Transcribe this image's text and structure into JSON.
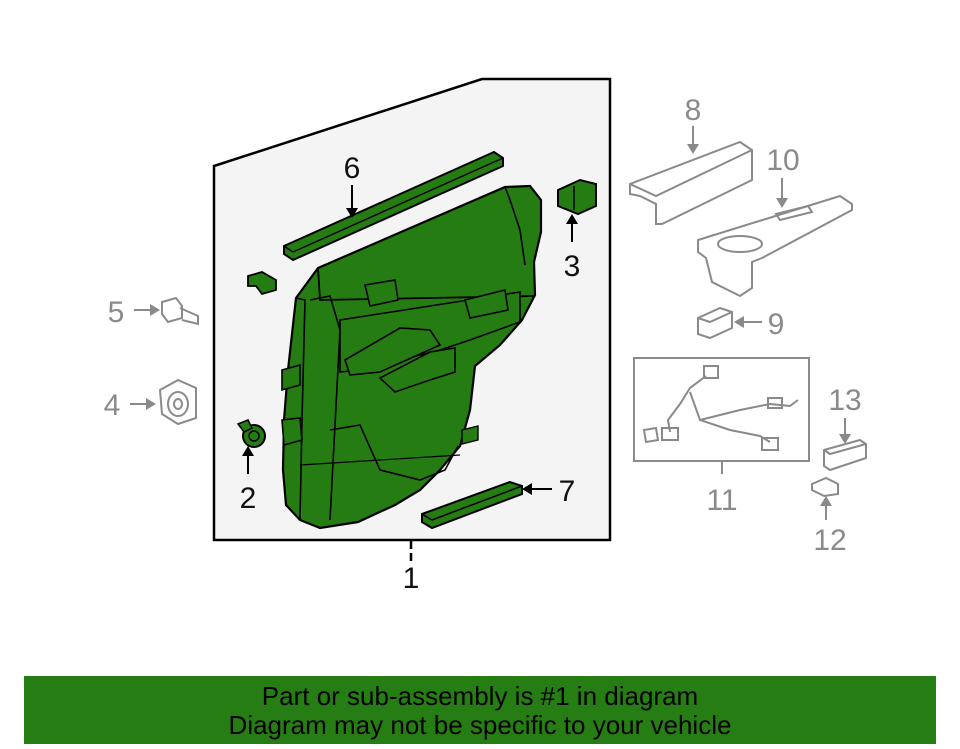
{
  "colors": {
    "part_fill": "#257c13",
    "part_stroke": "#000000",
    "aux_stroke": "#8a8a8a",
    "inset_background": "#f4f4f4",
    "banner_background": "#267d13"
  },
  "callouts": {
    "c1": "1",
    "c2": "2",
    "c3": "3",
    "c4": "4",
    "c5": "5",
    "c6": "6",
    "c7": "7",
    "c8": "8",
    "c9": "9",
    "c10": "10",
    "c11": "11",
    "c12": "12",
    "c13": "13"
  },
  "banner": {
    "line1": "Part or sub-assembly is #1 in diagram",
    "line2": "Diagram may not be specific to your vehicle"
  }
}
